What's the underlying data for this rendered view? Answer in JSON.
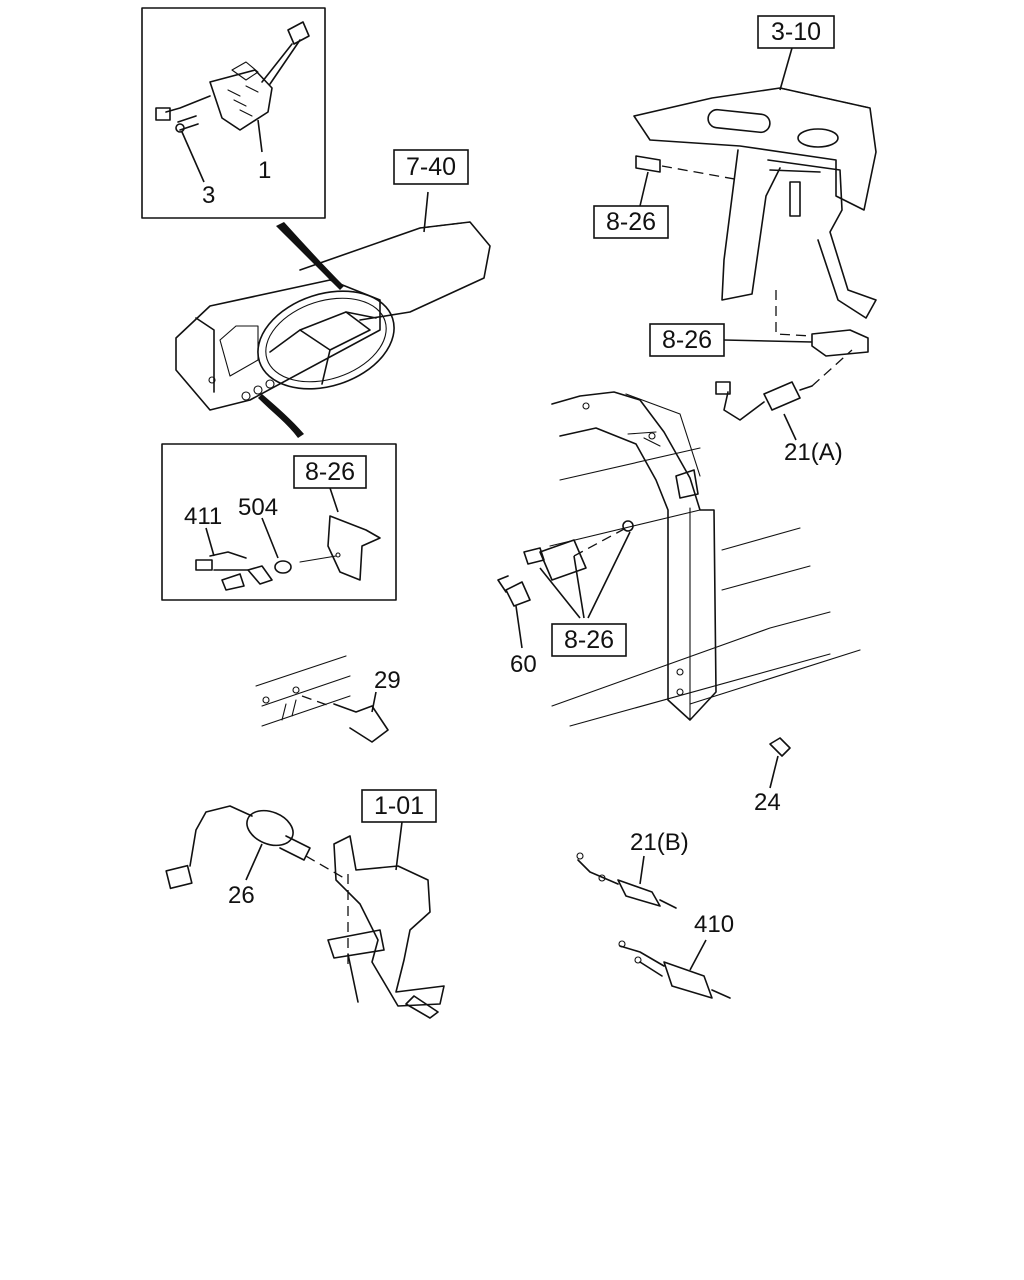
{
  "references": {
    "ref_3_10": "3-10",
    "ref_7_40": "7-40",
    "ref_8_26_top": "8-26",
    "ref_8_26_mid": "8-26",
    "ref_8_26_inset": "8-26",
    "ref_8_26_frame": "8-26",
    "ref_1_01": "1-01"
  },
  "callouts": {
    "p1": "1",
    "p3": "3",
    "p21a": "21(A)",
    "p411": "411",
    "p504": "504",
    "p60": "60",
    "p29": "29",
    "p24": "24",
    "p26": "26",
    "p21b": "21(B)",
    "p410": "410"
  }
}
